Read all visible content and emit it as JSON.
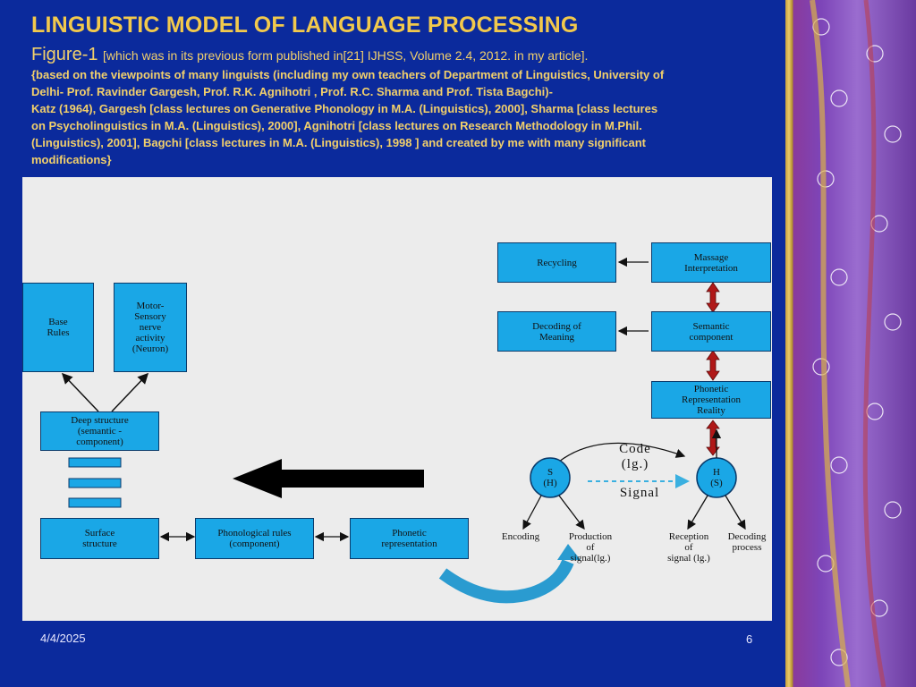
{
  "slide": {
    "title": "LINGUISTIC MODEL OF LANGUAGE PROCESSING",
    "figure_label": "Figure-1 ",
    "figure_note": "[which was in its previous form published in[21] IJHSS, Volume 2.4, 2012. in  my article].",
    "body_lines": [
      "{based on the viewpoints of many linguists (including my own teachers of Department of Linguistics, University of",
      "Delhi- Prof. Ravinder Gargesh, Prof. R.K. Agnihotri , Prof. R.C. Sharma and Prof. Tista Bagchi)-",
      "Katz (1964), Gargesh [class lectures on  Generative Phonology in M.A. (Linguistics), 2000], Sharma [class lectures",
      "on  Psycholinguistics in M.A. (Linguistics), 2000], Agnihotri [class lectures on Research Methodology in M.Phil.",
      "(Linguistics), 2001], Bagchi  [class lectures in M.A. (Linguistics), 1998 ] and created by me with many significant",
      "modifications}"
    ],
    "date": "4/4/2025",
    "page_number": "6"
  },
  "diagram": {
    "boxes": {
      "base_rules": "Base\nRules",
      "motor_sensory": "Motor-\nSensory\nnerve\nactivity\n(Neuron)",
      "deep_structure": "Deep structure\n(semantic -\ncomponent)",
      "surface_structure": "Surface\nstructure",
      "phonological_rules": "Phonological rules\n(component)",
      "phonetic_representation": "Phonetic\nrepresentation",
      "recycling": "Recycling",
      "massage_interpretation": "Massage\nInterpretation",
      "decoding_meaning": "Decoding of\nMeaning",
      "semantic_component": "Semantic\ncomponent",
      "phonetic_reality": "Phonetic\nRepresentation\nReality",
      "speaker_circle": "S\n(H)",
      "hearer_circle": "H\n(S)"
    },
    "labels": {
      "code": "Code\n(lg.)",
      "signal": "Signal",
      "encoding": "Encoding",
      "production": "Production\nof\nsignal(lg.)",
      "reception": "Reception\nof\nsignal (lg.)",
      "decoding_process": "Decoding\nprocess"
    }
  },
  "colors": {
    "slide_bg": "#0b2a9c",
    "title": "#f2c94c",
    "box_fill": "#1aa7e6",
    "diagram_bg": "#ececec",
    "double_arrow": "#b01818"
  }
}
